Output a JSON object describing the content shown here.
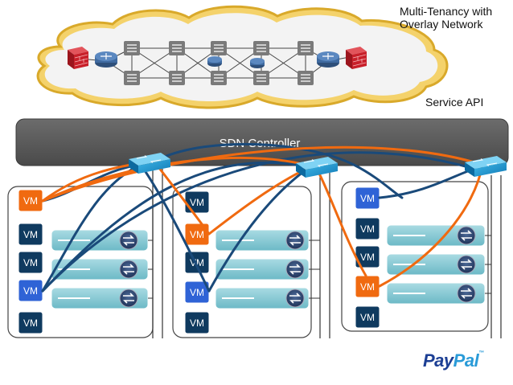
{
  "title_lines": [
    "Multi-Tenancy with",
    "Overlay Network"
  ],
  "service_api_label": "Service API",
  "controller_label": "SDN Controller",
  "vm_label": "VM",
  "logo": {
    "pay": "Pay",
    "pal": "Pal",
    "tm": "™"
  },
  "colors": {
    "tenant_orange": "#f06a10",
    "tenant_blue": "#1a4a7a",
    "vm_dark": "#0f3a5f",
    "vm_blue": "#2f63d6",
    "controller": "#5d5d5d",
    "vswitch": "#7fc6d2",
    "switch_icon": "#2a3f66",
    "cloud_outer": "#f0c64a",
    "firewall": "#c8202a"
  },
  "hosts": [
    {
      "vms": [
        "orange",
        "dark",
        "dark",
        "blue",
        "dark"
      ],
      "vswitch_count": 3
    },
    {
      "vms": [
        "dark",
        "orange",
        "dark",
        "blue",
        "dark"
      ],
      "vswitch_count": 3
    },
    {
      "vms": [
        "blue",
        "dark",
        "dark",
        "orange",
        "dark"
      ],
      "vswitch_count": 3
    }
  ]
}
